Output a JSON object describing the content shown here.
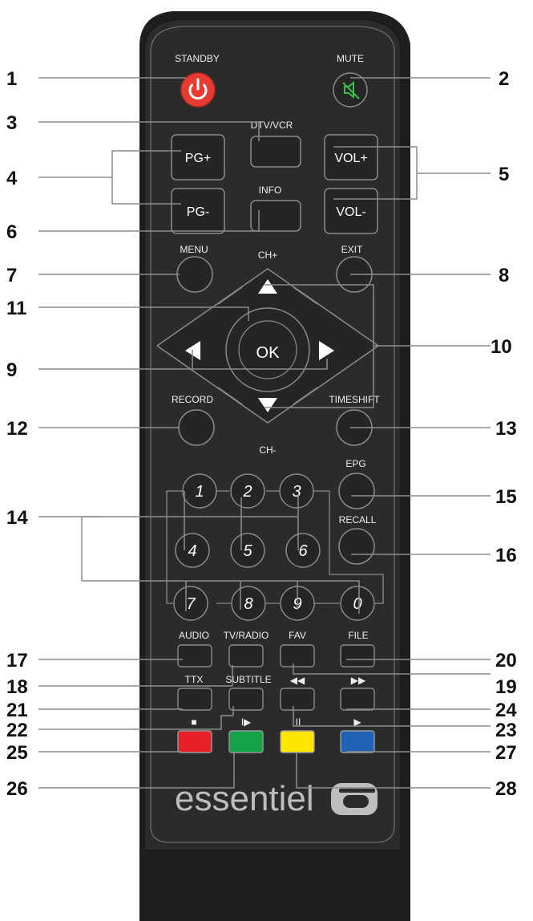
{
  "brand": {
    "name": "essentiel",
    "color": "#bdbdbd"
  },
  "colors": {
    "body": "#2b2b2b",
    "button": "#252525",
    "outline": "#8a8a8a",
    "power": "#e63b30",
    "mute_glyph": "#34c24a",
    "red": "#e8202a",
    "green": "#16a34a",
    "yellow": "#ffe600",
    "blue": "#1e63b8"
  },
  "labels": {
    "standby": "STANDBY",
    "mute": "MUTE",
    "dtv_vcr": "DTV/VCR",
    "info": "INFO",
    "menu": "MENU",
    "exit": "EXIT",
    "ch_plus": "CH+",
    "ch_minus": "CH-",
    "record": "RECORD",
    "timeshift": "TIMESHIFT",
    "epg": "EPG",
    "recall": "RECALL",
    "audio": "AUDIO",
    "tv_radio": "TV/RADIO",
    "fav": "FAV",
    "file": "FILE",
    "ttx": "TTX",
    "subtitle": "SUBTITLE",
    "rewind": "◀◀",
    "fast_forward": "▶▶",
    "stop": "■",
    "step": "I▶",
    "pause": "II",
    "play": "▶"
  },
  "buttons": {
    "pg_plus": "PG+",
    "pg_minus": "PG-",
    "vol_plus": "VOL+",
    "vol_minus": "VOL-",
    "ok": "OK"
  },
  "digits": [
    "1",
    "2",
    "3",
    "4",
    "5",
    "6",
    "7",
    "8",
    "9",
    "0"
  ],
  "callouts": [
    "1",
    "2",
    "3",
    "4",
    "5",
    "6",
    "7",
    "8",
    "9",
    "10",
    "11",
    "12",
    "13",
    "14",
    "15",
    "16",
    "17",
    "18",
    "19",
    "20",
    "21",
    "22",
    "23",
    "24",
    "25",
    "26",
    "27",
    "28"
  ]
}
